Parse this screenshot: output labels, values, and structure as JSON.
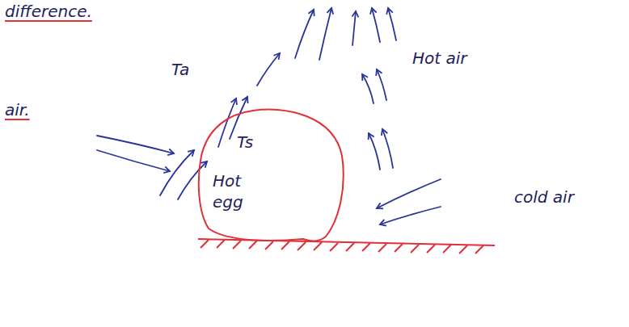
{
  "diagram": {
    "nodes": [
      {
        "text": [
          "Ts",
          "Hot egg"
        ]
      }
    ],
    "labels": [
      "difference.",
      "Ta",
      "air.",
      "Hot air",
      "cold air"
    ]
  }
}
